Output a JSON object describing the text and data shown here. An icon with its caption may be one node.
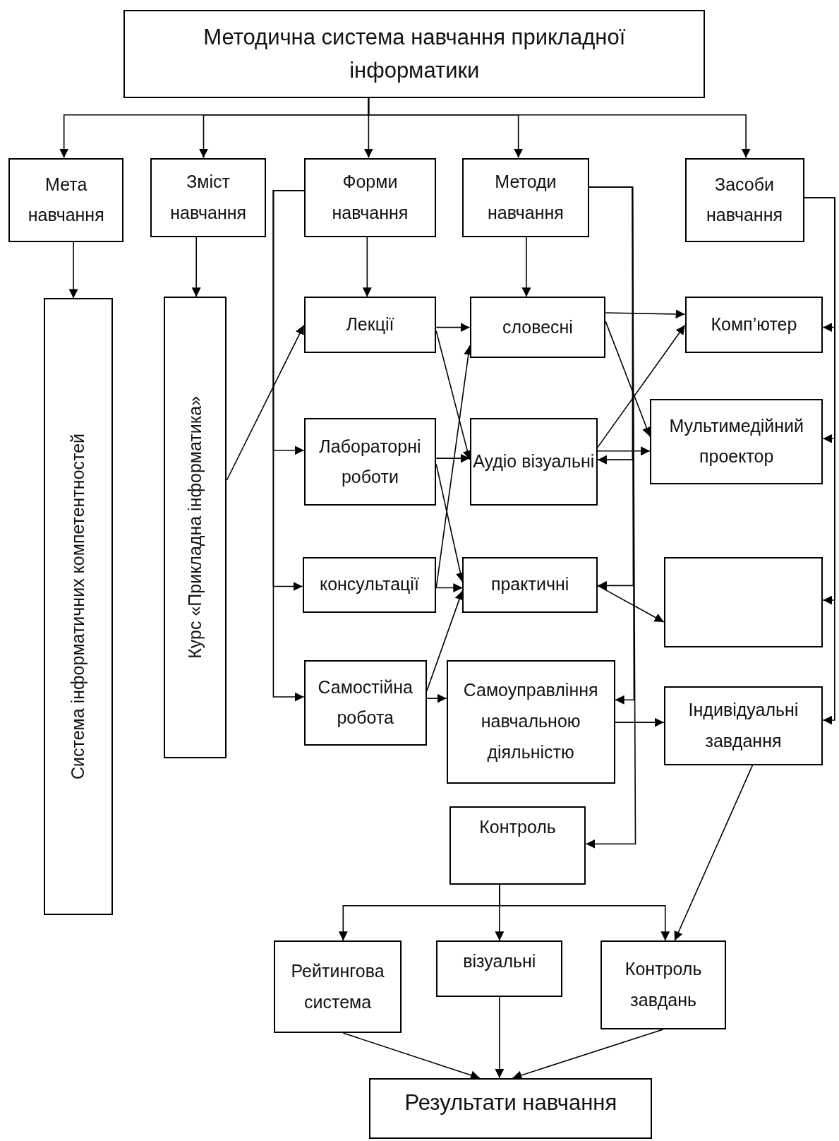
{
  "diagram": {
    "nodes": [
      {
        "text": [
          "Методична система навчання прикладної інформатики"
        ]
      },
      {
        "text": [
          "Мета навчання"
        ]
      },
      {
        "text": [
          "Зміст навчання"
        ]
      },
      {
        "text": [
          "Форми навчання"
        ]
      },
      {
        "text": [
          "Методи навчання"
        ]
      },
      {
        "text": [
          "Засоби навчання"
        ]
      },
      {
        "text": [
          "Система інформатичних компетентностей"
        ]
      },
      {
        "text": [
          "Курс «Прикладна інформатика»"
        ]
      },
      {
        "text": [
          "Лекції"
        ]
      },
      {
        "text": [
          "словесні"
        ]
      },
      {
        "text": [
          "Комп’ютер"
        ]
      },
      {
        "text": [
          "Лабораторні роботи"
        ]
      },
      {
        "text": [
          "Аудіо візуальні"
        ]
      },
      {
        "text": [
          "Мультимедійний проектор"
        ]
      },
      {
        "text": [
          "консультації"
        ]
      },
      {
        "text": [
          "практичні"
        ]
      },
      {
        "text": [],
        "shape": "box"
      },
      {
        "text": [
          "Самостійна робота"
        ]
      },
      {
        "text": [
          "Самоуправління навчальною діяльністю"
        ]
      },
      {
        "text": [
          "Індивідуальні завдання"
        ]
      },
      {
        "text": [
          "Контроль"
        ]
      },
      {
        "text": [
          "Рейтингова система"
        ]
      },
      {
        "text": [
          "візуальні"
        ]
      },
      {
        "text": [
          "Контроль завдань"
        ]
      },
      {
        "text": [
          "Результати навчання"
        ]
      }
    ],
    "edges": [
      {
        "from": 0,
        "to": 1,
        "arrow": "to"
      },
      {
        "from": 0,
        "to": 2,
        "arrow": "to"
      },
      {
        "from": 0,
        "to": 3,
        "arrow": "to"
      },
      {
        "from": 0,
        "to": 4,
        "arrow": "to"
      },
      {
        "from": 0,
        "to": 5,
        "arrow": "to"
      },
      {
        "from": 1,
        "to": 6,
        "arrow": "to"
      },
      {
        "from": 2,
        "to": 7,
        "arrow": "to"
      },
      {
        "from": 3,
        "to": 8,
        "arrow": "to"
      },
      {
        "from": 4,
        "to": 9,
        "arrow": "to"
      },
      {
        "from": 7,
        "to": 8,
        "arrow": "to"
      },
      {
        "from": 3,
        "to": 11,
        "arrow": "to"
      },
      {
        "from": 3,
        "to": 14,
        "arrow": "to"
      },
      {
        "from": 3,
        "to": 17,
        "arrow": "to"
      },
      {
        "from": 8,
        "to": 9,
        "arrow": "to"
      },
      {
        "from": 8,
        "to": 12,
        "arrow": "to"
      },
      {
        "from": 11,
        "to": 12,
        "arrow": "to"
      },
      {
        "from": 11,
        "to": 15,
        "arrow": "to"
      },
      {
        "from": 14,
        "to": 9,
        "arrow": "to"
      },
      {
        "from": 14,
        "to": 15,
        "arrow": "to"
      },
      {
        "from": 17,
        "to": 15,
        "arrow": "to"
      },
      {
        "from": 17,
        "to": 18,
        "arrow": "to"
      },
      {
        "from": 9,
        "to": 10,
        "arrow": "to"
      },
      {
        "from": 9,
        "to": 13,
        "arrow": "to"
      },
      {
        "from": 12,
        "to": 10,
        "arrow": "to"
      },
      {
        "from": 12,
        "to": 13,
        "arrow": "to"
      },
      {
        "from": 4,
        "to": 12,
        "arrow": "to"
      },
      {
        "from": 4,
        "to": 15,
        "arrow": "to"
      },
      {
        "from": 4,
        "to": 18,
        "arrow": "to"
      },
      {
        "from": 4,
        "to": 20,
        "arrow": "to"
      },
      {
        "from": 15,
        "to": 16,
        "arrow": "to"
      },
      {
        "from": 5,
        "to": 10,
        "arrow": "to"
      },
      {
        "from": 5,
        "to": 13,
        "arrow": "to"
      },
      {
        "from": 5,
        "to": 16,
        "arrow": "to"
      },
      {
        "from": 5,
        "to": 19,
        "arrow": "to"
      },
      {
        "from": 18,
        "to": 19,
        "arrow": "to"
      },
      {
        "from": 19,
        "to": 23,
        "arrow": "to"
      },
      {
        "from": 20,
        "to": 21,
        "arrow": "to"
      },
      {
        "from": 20,
        "to": 22,
        "arrow": "to"
      },
      {
        "from": 20,
        "to": 23,
        "arrow": "to"
      },
      {
        "from": 21,
        "to": 24,
        "arrow": "to"
      },
      {
        "from": 22,
        "to": 24,
        "arrow": "to"
      },
      {
        "from": 23,
        "to": 24,
        "arrow": "to"
      }
    ]
  }
}
